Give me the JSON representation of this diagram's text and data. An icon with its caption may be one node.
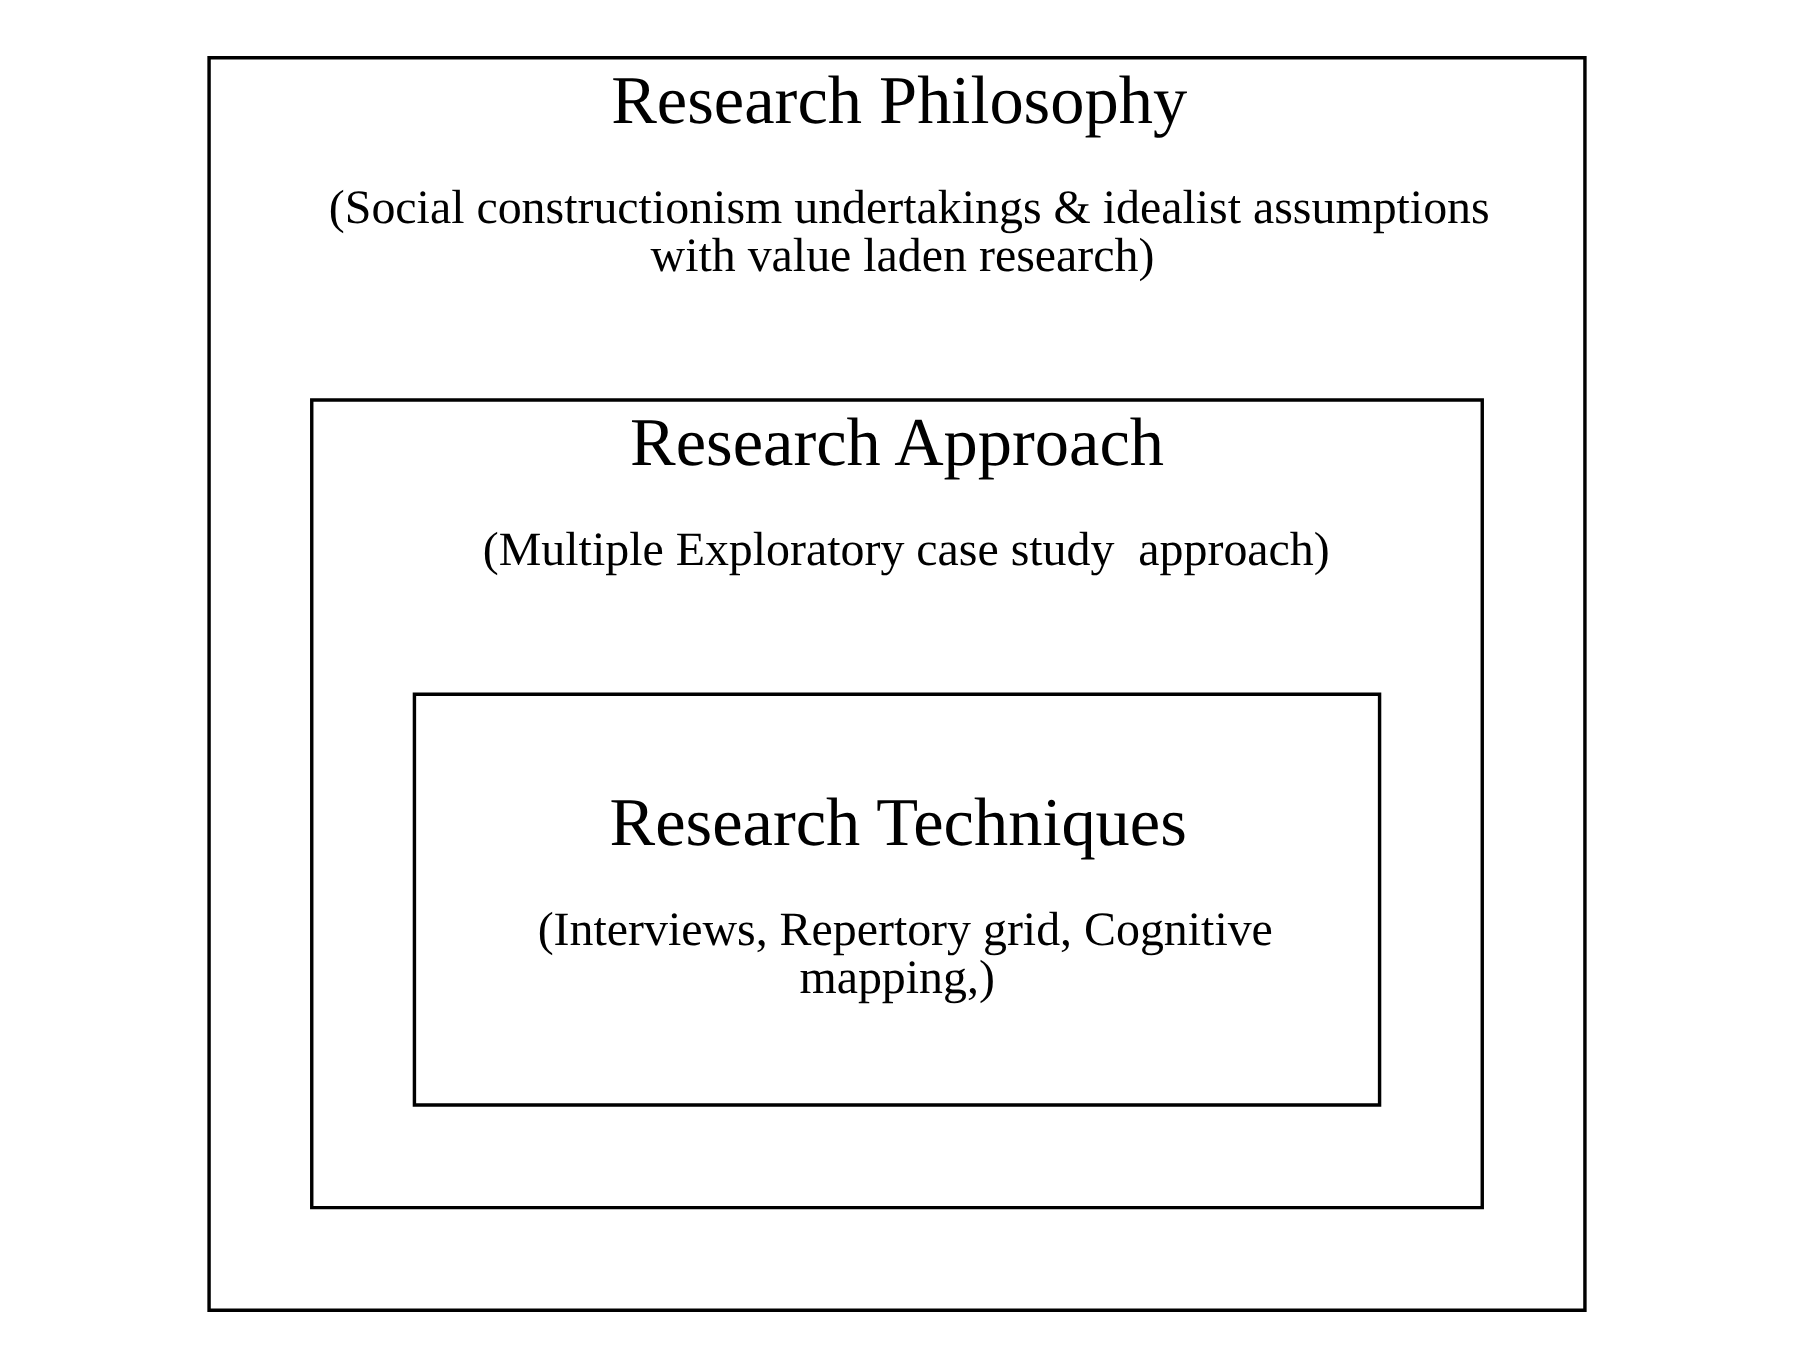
{
  "diagram": {
    "nodes": [
      {
        "text": [
          "Research Philosophy",
          "(Social constructionism undertakings & idealist assumptions with value laden research)"
        ]
      },
      {
        "text": [
          "Research Approach",
          "(Multiple Exploratory case study  approach)"
        ],
        "in": 0
      },
      {
        "text": [
          "Research Techniques",
          "(Interviews, Repertory grid, Cognitive mapping,)"
        ],
        "in": 1
      }
    ]
  }
}
